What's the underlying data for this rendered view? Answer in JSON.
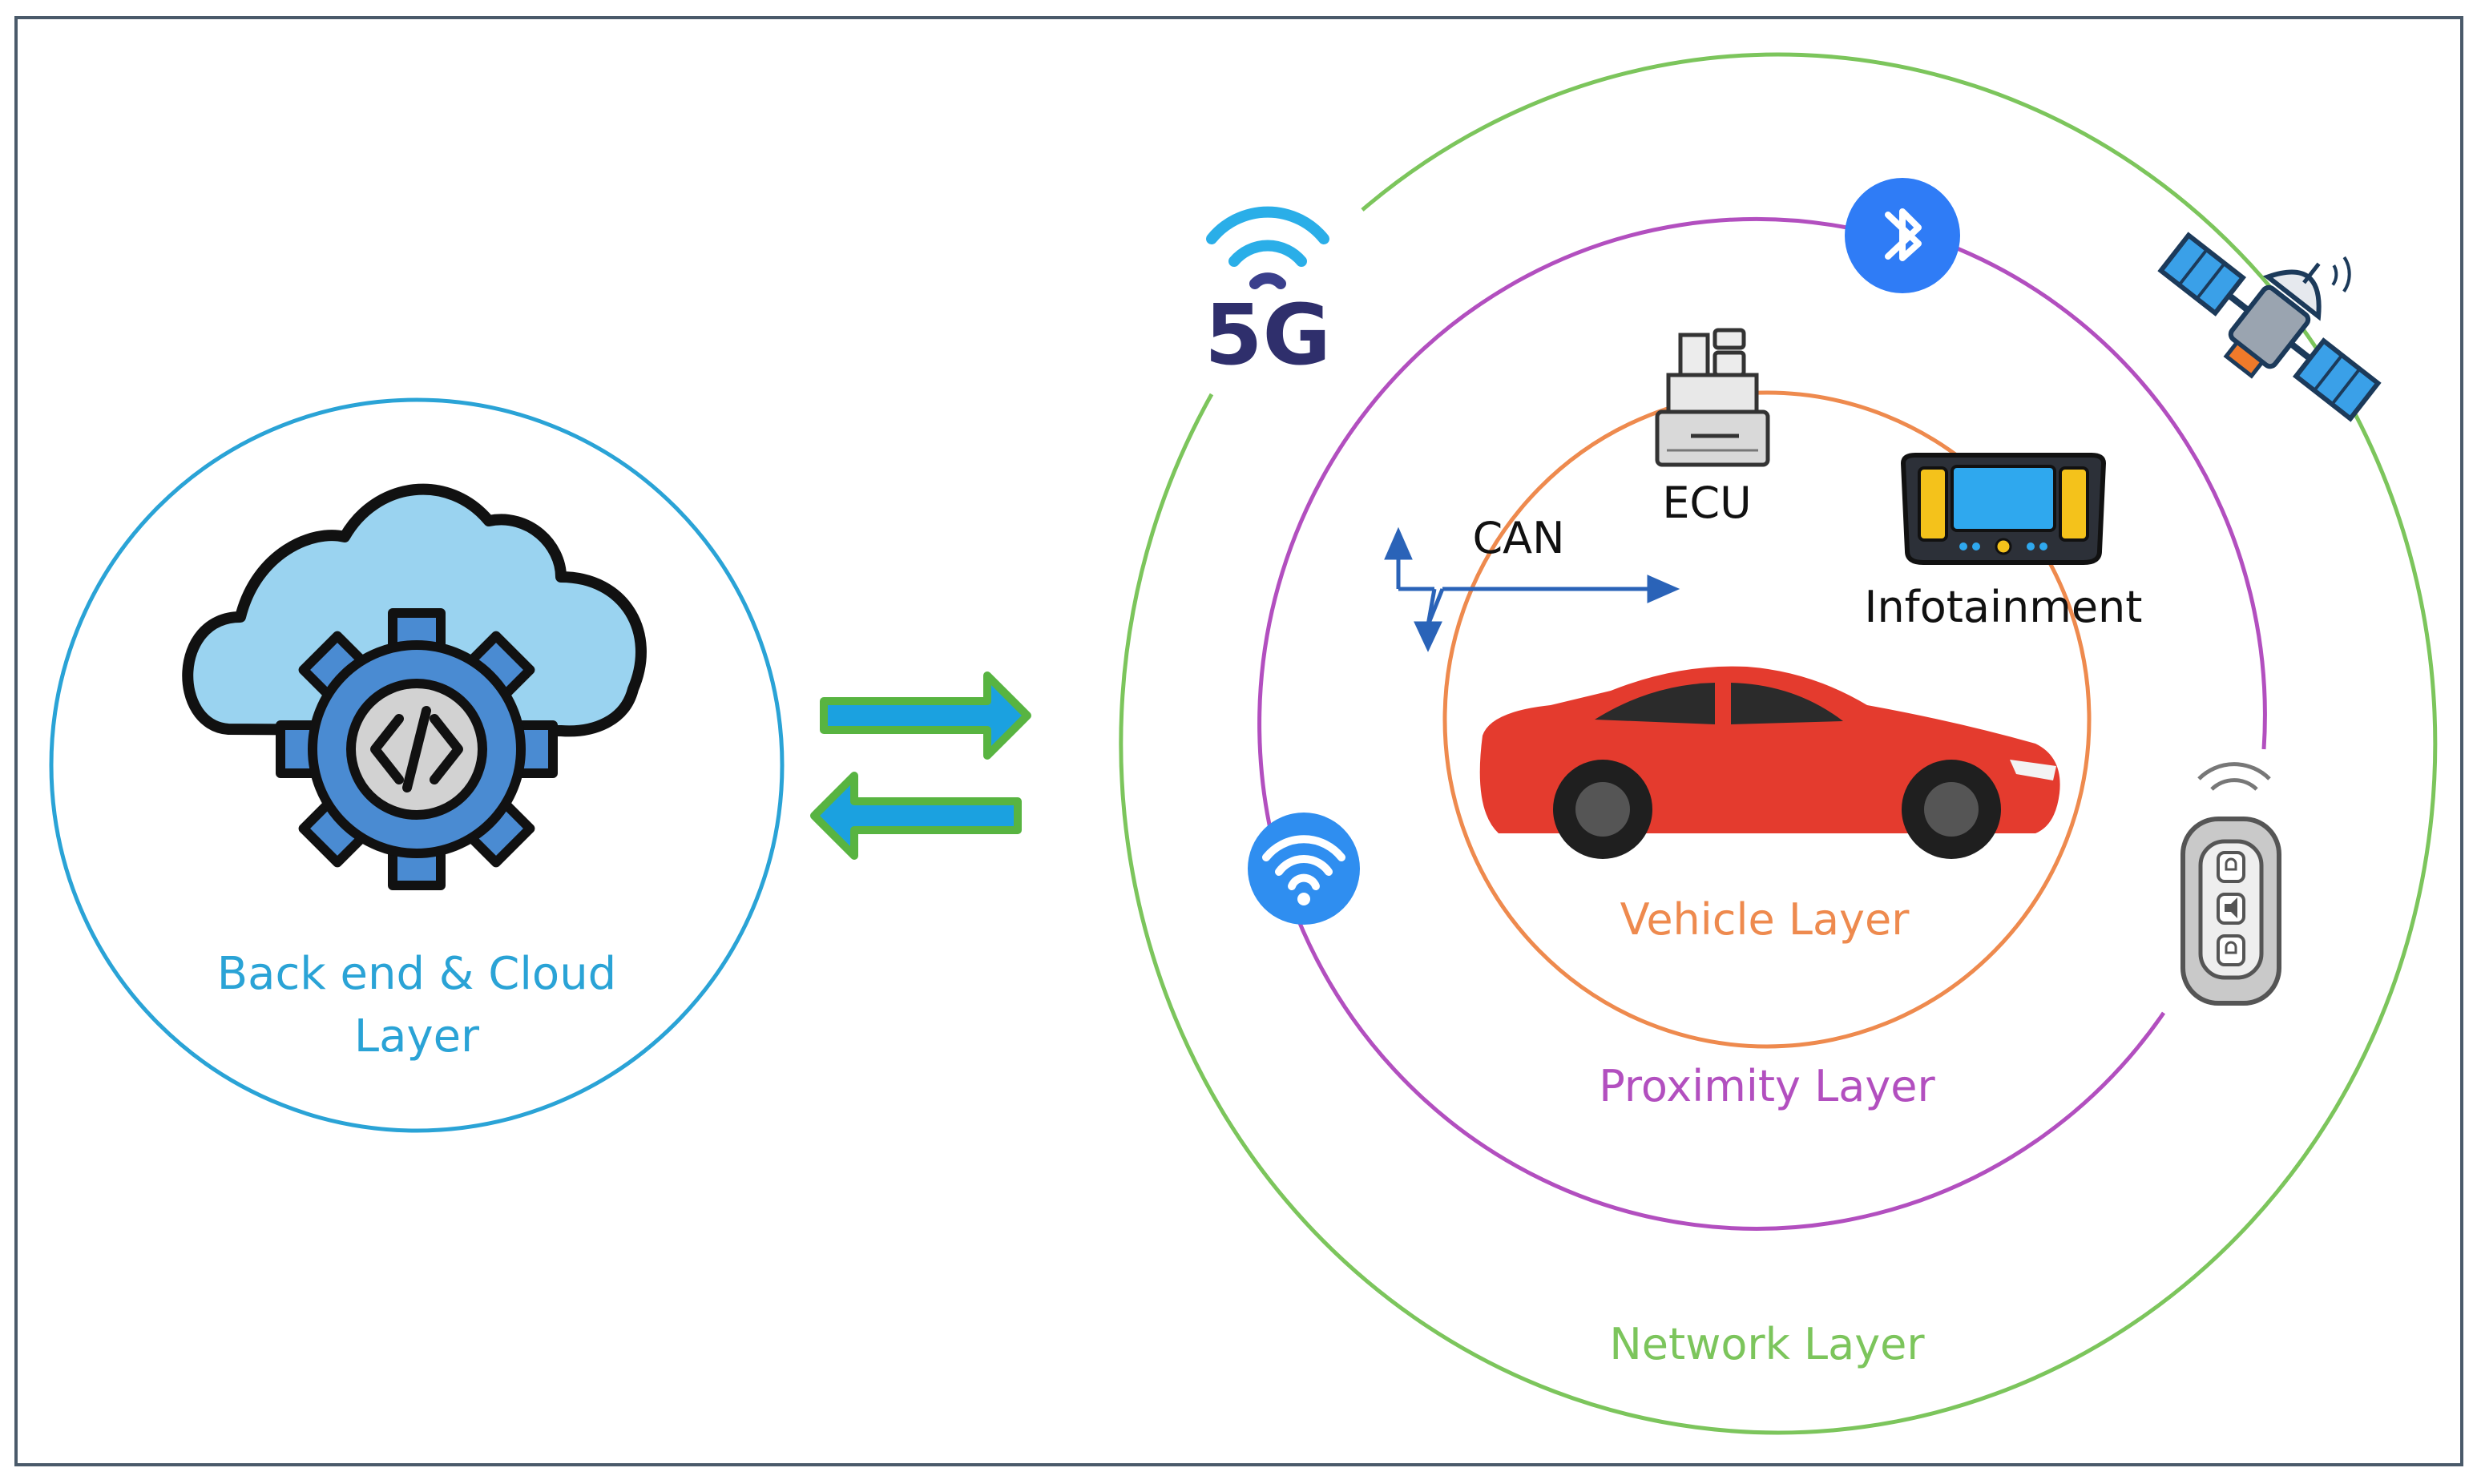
{
  "labels": {
    "cloud_layer_line1": "Back end & Cloud",
    "cloud_layer_line2": "Layer",
    "vehicle_layer": "Vehicle Layer",
    "proximity_layer": "Proximity Layer",
    "network_layer": "Network Layer",
    "ecu": "ECU",
    "can": "CAN",
    "infotainment": "Infotainment",
    "fiveg": "5G"
  },
  "colors": {
    "cloud_layer": "#2aa3d6",
    "vehicle_layer": "#ee8a4e",
    "proximity_layer": "#b24fbf",
    "network_layer": "#7cc55c",
    "arrow_fill": "#1ba1e0",
    "arrow_border": "#58b441",
    "car_body": "#e43b2e",
    "bluetooth_badge": "#2f7cf6",
    "wifi_badge": "#2f8ef0"
  },
  "icons": [
    "cloud-gear-code-icon",
    "bidirectional-arrows-icon",
    "fiveg-signal-icon",
    "bluetooth-icon",
    "satellite-icon",
    "ecu-device-icon",
    "can-bus-icon",
    "infotainment-screen-icon",
    "car-icon",
    "wifi-icon",
    "key-fob-icon"
  ]
}
